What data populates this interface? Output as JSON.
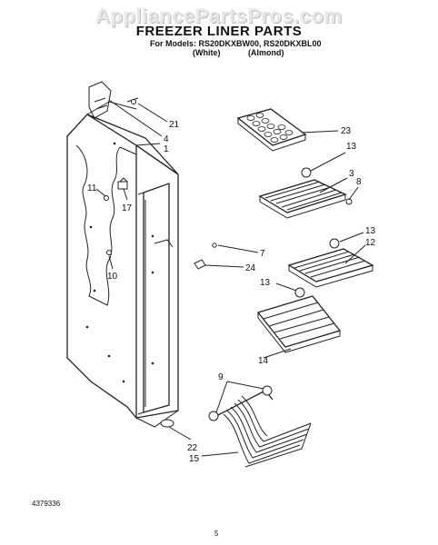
{
  "watermark": "AppliancePartsPros.com",
  "header": {
    "title": "FREEZER LINER PARTS",
    "models": "For Models: RS20DKXBW00, RS20DKXBL00",
    "color_white": "(White)",
    "color_almond": "(Almond)"
  },
  "callouts": [
    "21",
    "4",
    "1",
    "11",
    "17",
    "10",
    "23",
    "13",
    "3",
    "8",
    "13",
    "12",
    "7",
    "24",
    "13",
    "14",
    "9",
    "22",
    "15"
  ],
  "footer": {
    "doc_number": "4379336",
    "page_number": "5"
  }
}
